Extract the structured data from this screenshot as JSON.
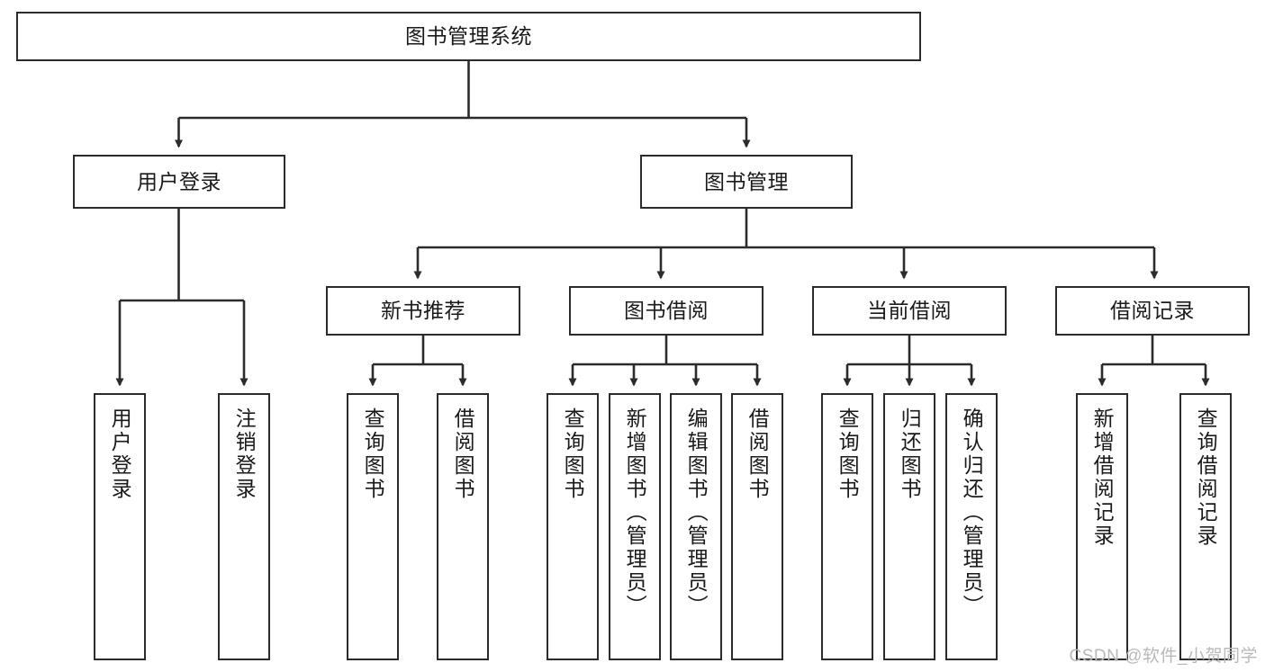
{
  "diagram": {
    "title": "图书管理系统",
    "type": "tree-hierarchy-chart",
    "colors": {
      "box_border": "#2b2b2b",
      "box_fill": "#ffffff",
      "connector": "#2b2b2b",
      "text": "#1a1a1a",
      "watermark": "#b9b9b9",
      "canvas": "#ffffff"
    },
    "root": {
      "label": "图书管理系统"
    },
    "level2": [
      {
        "label": "用户登录"
      },
      {
        "label": "图书管理"
      }
    ],
    "level3": [
      {
        "label": "新书推荐"
      },
      {
        "label": "图书借阅"
      },
      {
        "label": "当前借阅"
      },
      {
        "label": "借阅记录"
      }
    ],
    "leaves": {
      "user_login": [
        {
          "label": "用户登录"
        },
        {
          "label": "注销登录"
        }
      ],
      "new_book_recommend": [
        {
          "label": "查询图书"
        },
        {
          "label": "借阅图书"
        }
      ],
      "book_borrow": [
        {
          "label": "查询图书"
        },
        {
          "label": "新增图书（管理员）"
        },
        {
          "label": "编辑图书（管理员）"
        },
        {
          "label": "借阅图书"
        }
      ],
      "current_borrow": [
        {
          "label": "查询图书"
        },
        {
          "label": "归还图书"
        },
        {
          "label": "确认归还（管理员）"
        }
      ],
      "borrow_record": [
        {
          "label": "新增借阅记录"
        },
        {
          "label": "查询借阅记录"
        }
      ]
    },
    "watermark": "CSDN @软件_小贺同学"
  }
}
